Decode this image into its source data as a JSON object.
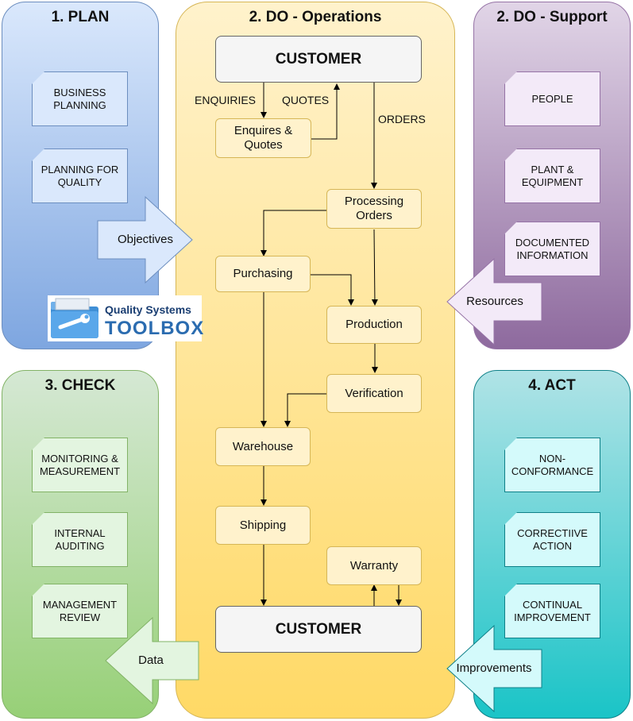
{
  "lanes": {
    "plan": "1. PLAN",
    "do_ops": "2. DO - Operations",
    "do_support": "2. DO - Support",
    "check": "3. CHECK",
    "act": "4. ACT"
  },
  "plan_items": [
    "BUSINESS PLANNING",
    "PLANNING FOR QUALITY"
  ],
  "support_items": [
    "PEOPLE",
    "PLANT & EQUIPMENT",
    "DOCUMENTED INFORMATION"
  ],
  "check_items": [
    "MONITORING & MEASUREMENT",
    "INTERNAL AUDITING",
    "MANAGEMENT REVIEW"
  ],
  "act_items": [
    "NON-CONFORMANCE",
    "CORRECTIIVE ACTION",
    "CONTINUAL IMPROVEMENT"
  ],
  "operations": {
    "customer_top": "CUSTOMER",
    "customer_bottom": "CUSTOMER",
    "enquires_quotes": "Enquires & Quotes",
    "processing_orders": "Processing Orders",
    "purchasing": "Purchasing",
    "production": "Production",
    "verification": "Verification",
    "warehouse": "Warehouse",
    "shipping": "Shipping",
    "warranty": "Warranty"
  },
  "edge_labels": {
    "enquiries": "ENQUIRIES",
    "quotes": "QUOTES",
    "orders": "ORDERS"
  },
  "flow_arrows": {
    "objectives": "Objectives",
    "resources": "Resources",
    "data": "Data",
    "improvements": "Improvements"
  },
  "logo": {
    "line1": "Quality Systems",
    "line2": "TOOLBOX"
  },
  "colors": {
    "plan": "#7ea6e0",
    "do": "#ffd966",
    "support": "#8e6a9e",
    "check": "#97d077",
    "act": "#1ac4c7"
  }
}
